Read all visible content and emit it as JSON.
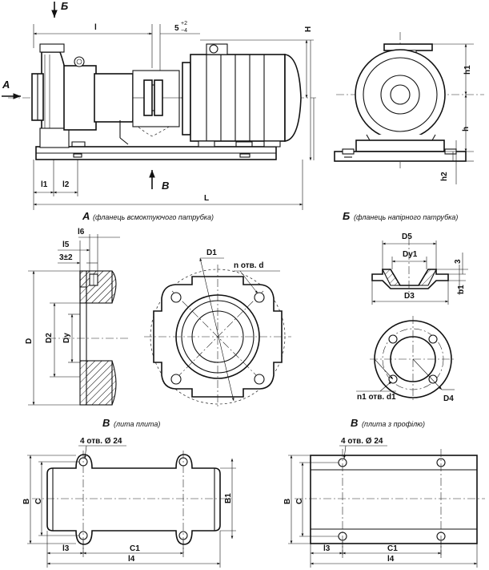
{
  "views": {
    "side": {
      "dims": {
        "l": "l",
        "fit": "5",
        "fit_sup": "+2",
        "fit_sub": "−4",
        "H": "H",
        "l1": "l1",
        "l2": "l2",
        "L": "L"
      },
      "arrows": {
        "A": "А",
        "B_top": "Б",
        "V": "В"
      }
    },
    "front": {
      "dims": {
        "h1": "h1",
        "h": "h",
        "h2": "h2"
      }
    },
    "flangeA": {
      "caption_letter": "А",
      "caption_text": "(фланець всмоктуючого патрубка)",
      "dims": {
        "l6": "l6",
        "l5": "l5",
        "gap": "3±2",
        "D": "D",
        "D2": "D2",
        "Dy": "Dy",
        "D1": "D1",
        "holes": "n отв. d"
      }
    },
    "flangeB": {
      "caption_letter": "Б",
      "caption_text": "(фланець напірного патрубка)",
      "dims": {
        "D5": "D5",
        "Dy1": "Dy1",
        "D3": "D3",
        "b1": "b1",
        "s": "3",
        "holes": "n1 отв. d1",
        "D4": "D4"
      }
    },
    "plate1": {
      "caption_letter": "В",
      "caption_text": "(лита плита)",
      "dims": {
        "holes": "4 отв. Ø 24",
        "B": "B",
        "C": "C",
        "B1": "B1",
        "l3": "l3",
        "C1": "C1",
        "l4": "l4"
      }
    },
    "plate2": {
      "caption_letter": "В",
      "caption_text": "(плита з профілю)",
      "dims": {
        "holes": "4 отв. Ø 24",
        "B": "B",
        "C": "C",
        "l3": "l3",
        "C1": "C1",
        "l4": "l4"
      }
    }
  },
  "colors": {
    "ink": "#111111",
    "background": "#ffffff"
  }
}
